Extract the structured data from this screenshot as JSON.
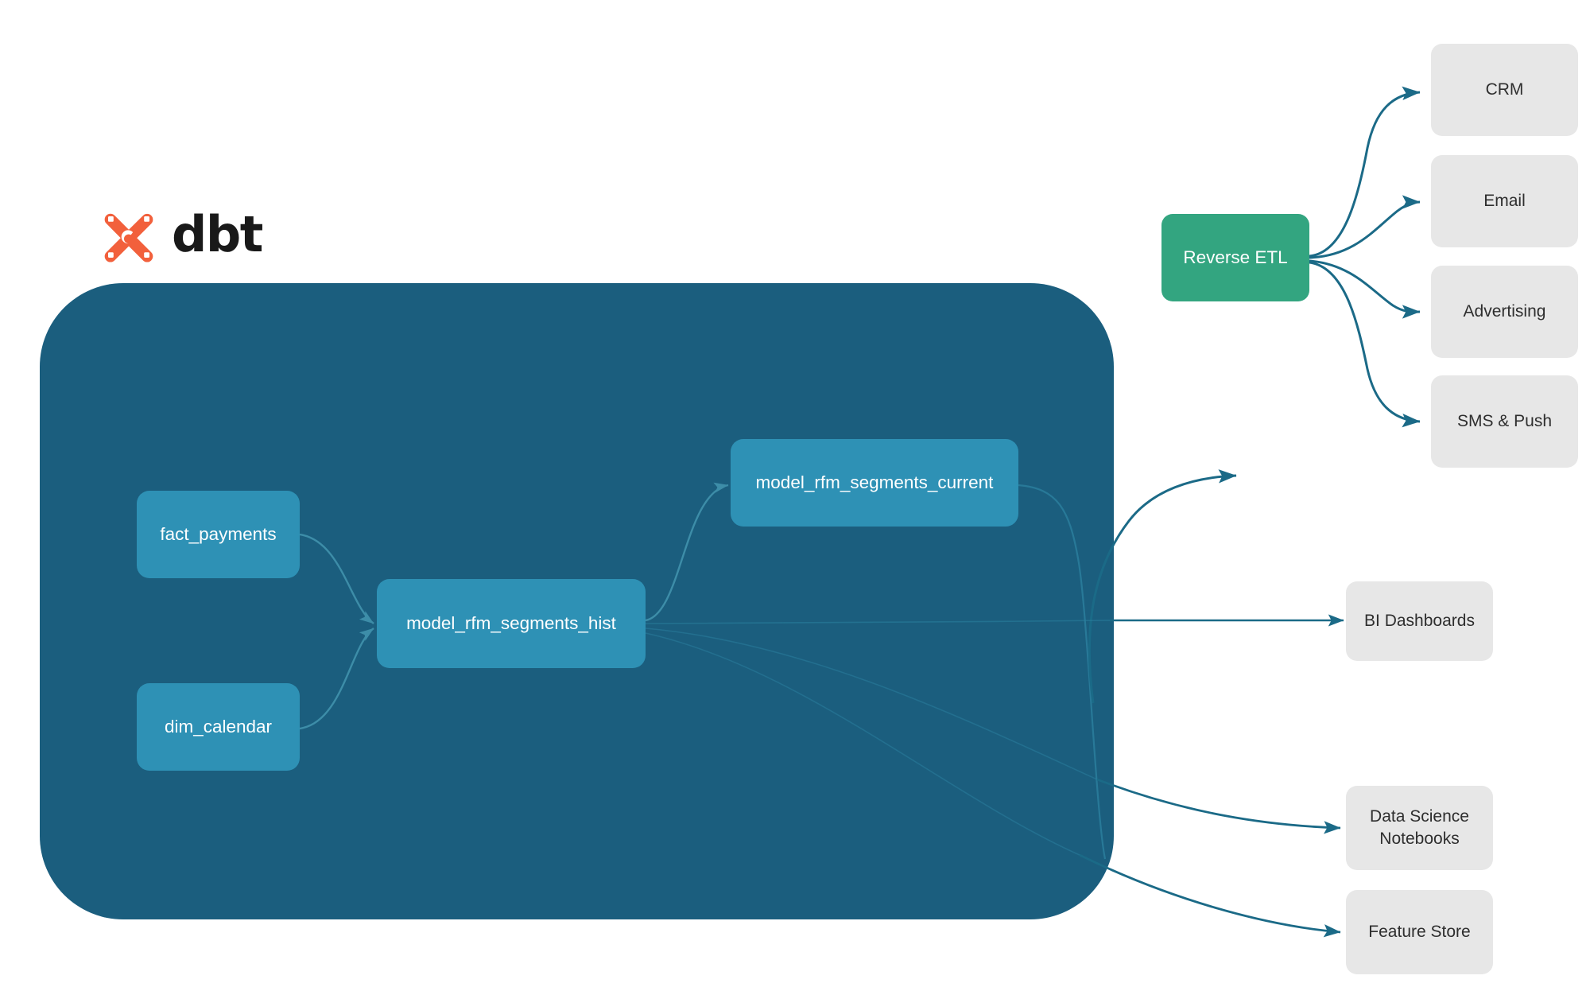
{
  "diagram": {
    "title": "dbt RFM segments data flow",
    "type": "flow-diagram",
    "colors": {
      "container": "#1b5e7e",
      "model_node": "#2e91b5",
      "reverse_etl": "#33a580",
      "destination": "#e7e7e7",
      "edge": "#1b6a87",
      "inner_edge": "#3a88a5",
      "logo_mark": "#f2603c",
      "logo_text": "#191919",
      "page_background": "#ffffff"
    }
  },
  "logo": {
    "mark_name": "dbt-logo-mark",
    "wordmark": "dbt"
  },
  "container": {
    "name": "dbt-project-container"
  },
  "models": [
    {
      "id": "fact_payments",
      "label": "fact_payments"
    },
    {
      "id": "dim_calendar",
      "label": "dim_calendar"
    },
    {
      "id": "model_rfm_segments_hist",
      "label": "model_rfm_segments_hist"
    },
    {
      "id": "model_rfm_segments_current",
      "label": "model_rfm_segments_current"
    }
  ],
  "reverse_etl": {
    "id": "reverse_etl",
    "label": "Reverse ETL"
  },
  "destinations": [
    {
      "id": "crm",
      "label": "CRM"
    },
    {
      "id": "email",
      "label": "Email"
    },
    {
      "id": "advertising",
      "label": "Advertising"
    },
    {
      "id": "sms_push",
      "label": "SMS & Push"
    },
    {
      "id": "bi_dashboards",
      "label": "BI Dashboards"
    },
    {
      "id": "data_science_notebooks",
      "label": "Data Science\nNotebooks",
      "line1": "Data Science",
      "line2": "Notebooks"
    },
    {
      "id": "feature_store",
      "label": "Feature Store"
    }
  ],
  "edges": [
    {
      "from": "fact_payments",
      "to": "model_rfm_segments_hist"
    },
    {
      "from": "dim_calendar",
      "to": "model_rfm_segments_hist"
    },
    {
      "from": "model_rfm_segments_hist",
      "to": "model_rfm_segments_current"
    },
    {
      "from": "model_rfm_segments_current",
      "to": "reverse_etl"
    },
    {
      "from": "reverse_etl",
      "to": "crm"
    },
    {
      "from": "reverse_etl",
      "to": "email"
    },
    {
      "from": "reverse_etl",
      "to": "advertising"
    },
    {
      "from": "reverse_etl",
      "to": "sms_push"
    },
    {
      "from": "model_rfm_segments_hist",
      "to": "bi_dashboards"
    },
    {
      "from": "model_rfm_segments_hist",
      "to": "data_science_notebooks"
    },
    {
      "from": "model_rfm_segments_hist",
      "to": "feature_store"
    }
  ]
}
